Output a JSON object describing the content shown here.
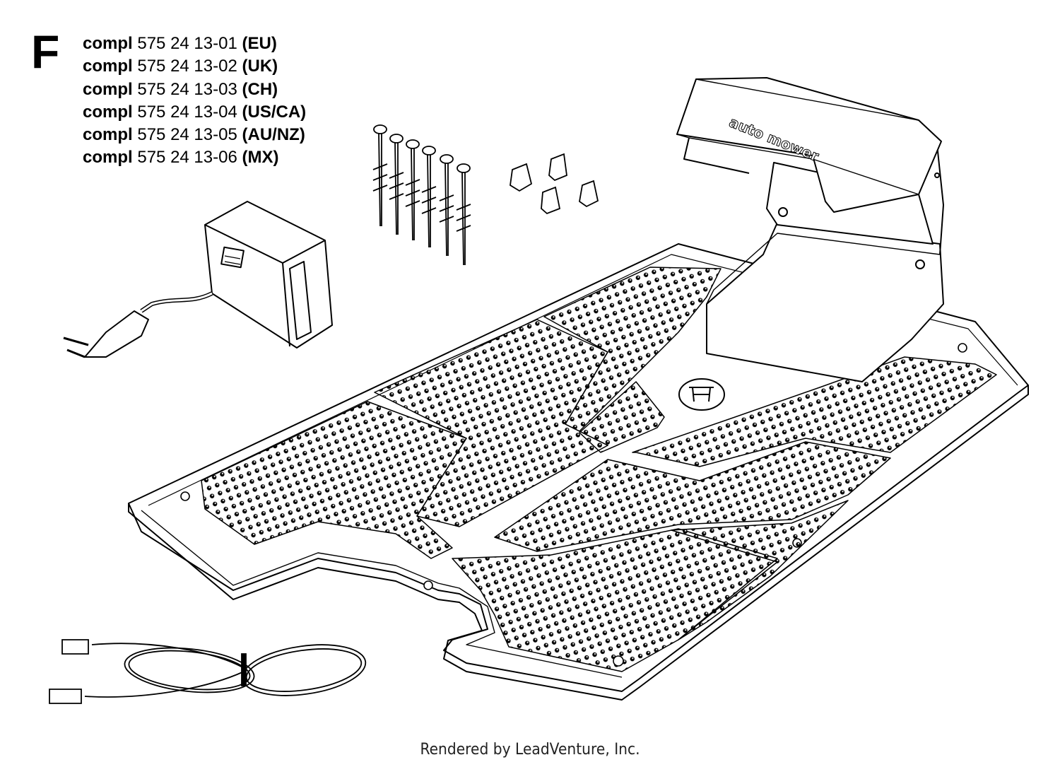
{
  "diagram": {
    "section_letter": "F",
    "parts": [
      {
        "prefix": "compl",
        "number": "575 24 13-01",
        "region": "(EU)"
      },
      {
        "prefix": "compl",
        "number": "575 24 13-02",
        "region": "(UK)"
      },
      {
        "prefix": "compl",
        "number": "575 24 13-03",
        "region": "(CH)"
      },
      {
        "prefix": "compl",
        "number": "575 24 13-04",
        "region": "(US/CA)"
      },
      {
        "prefix": "compl",
        "number": "575 24 13-05",
        "region": "(AU/NZ)"
      },
      {
        "prefix": "compl",
        "number": "575 24 13-06",
        "region": "(MX)"
      }
    ],
    "station_label": "auto mower",
    "footer": "Rendered by LeadVenture, Inc."
  },
  "colors": {
    "line": "#000000",
    "background": "#ffffff"
  }
}
